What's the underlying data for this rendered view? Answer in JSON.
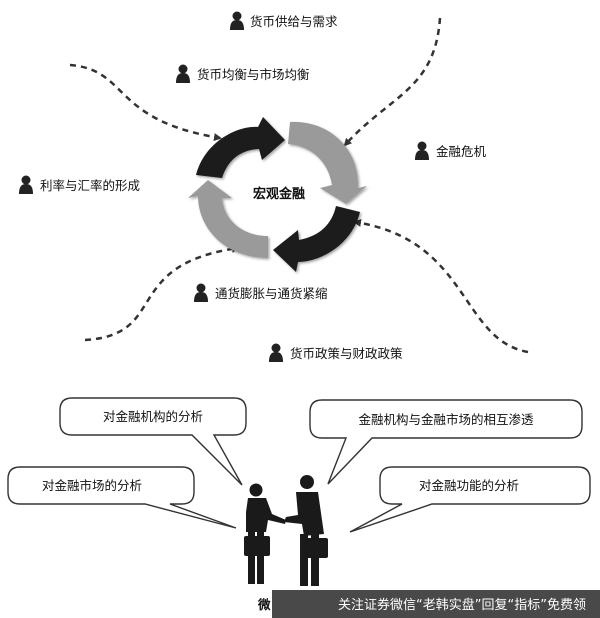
{
  "center_label": "宏观金融",
  "top_topics": [
    {
      "label": "货币供给与需求"
    },
    {
      "label": "货币均衡与市场均衡"
    },
    {
      "label": "金融危机"
    },
    {
      "label": "利率与汇率的形成"
    },
    {
      "label": "通货膨胀与通货紧缩"
    },
    {
      "label": "货币政策与财政政策"
    }
  ],
  "bubbles": [
    {
      "label": "对金融机构的分析"
    },
    {
      "label": "金融机构与金融市场的相互渗透"
    },
    {
      "label": "对金融市场的分析"
    },
    {
      "label": "对金融功能的分析"
    }
  ],
  "bottom_caption": "微",
  "watermark": "关注证券微信“老韩实盘”回复“指标”免费领",
  "colors": {
    "dark_arrow": "#1c1c1c",
    "gray_arrow": "#9a9a9a",
    "line": "#333333"
  }
}
